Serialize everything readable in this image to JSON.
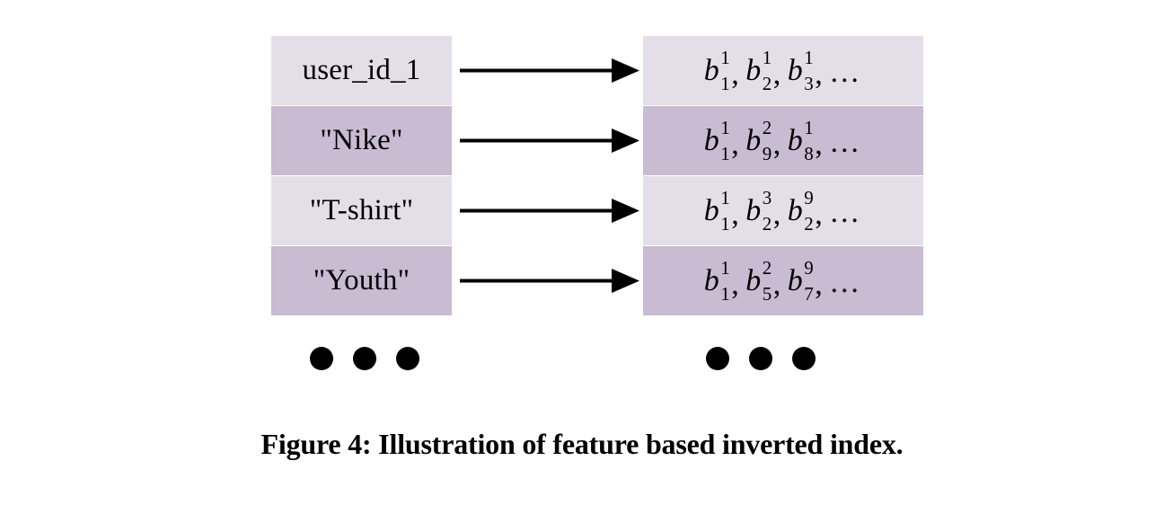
{
  "figure": {
    "caption": "Figure 4: Illustration of feature based inverted index.",
    "colors": {
      "tone_light": "#e4dee9",
      "tone_dark": "#c9bbd2",
      "ink": "#000000",
      "background": "#ffffff"
    },
    "rows": [
      {
        "key": "user_id_1",
        "tone": "light",
        "arrow": "arrow-right-icon",
        "postings": [
          {
            "base": "b",
            "sub": "1",
            "sup": "1"
          },
          {
            "base": "b",
            "sub": "2",
            "sup": "1"
          },
          {
            "base": "b",
            "sub": "3",
            "sup": "1"
          }
        ],
        "postings_tail": "…"
      },
      {
        "key": "\"Nike\"",
        "tone": "dark",
        "arrow": "arrow-right-icon",
        "postings": [
          {
            "base": "b",
            "sub": "1",
            "sup": "1"
          },
          {
            "base": "b",
            "sub": "9",
            "sup": "2"
          },
          {
            "base": "b",
            "sub": "8",
            "sup": "1"
          }
        ],
        "postings_tail": "…"
      },
      {
        "key": "\"T-shirt\"",
        "tone": "light",
        "arrow": "arrow-right-icon",
        "postings": [
          {
            "base": "b",
            "sub": "1",
            "sup": "1"
          },
          {
            "base": "b",
            "sub": "2",
            "sup": "3"
          },
          {
            "base": "b",
            "sub": "2",
            "sup": "9"
          }
        ],
        "postings_tail": "…"
      },
      {
        "key": "\"Youth\"",
        "tone": "dark",
        "arrow": "arrow-right-icon",
        "postings": [
          {
            "base": "b",
            "sub": "1",
            "sup": "1"
          },
          {
            "base": "b",
            "sub": "5",
            "sup": "2"
          },
          {
            "base": "b",
            "sub": "7",
            "sup": "9"
          }
        ],
        "postings_tail": "…"
      }
    ],
    "continuation": {
      "left_dots": 3,
      "right_dots": 3,
      "meaning": "more-entries-ellipsis"
    }
  }
}
